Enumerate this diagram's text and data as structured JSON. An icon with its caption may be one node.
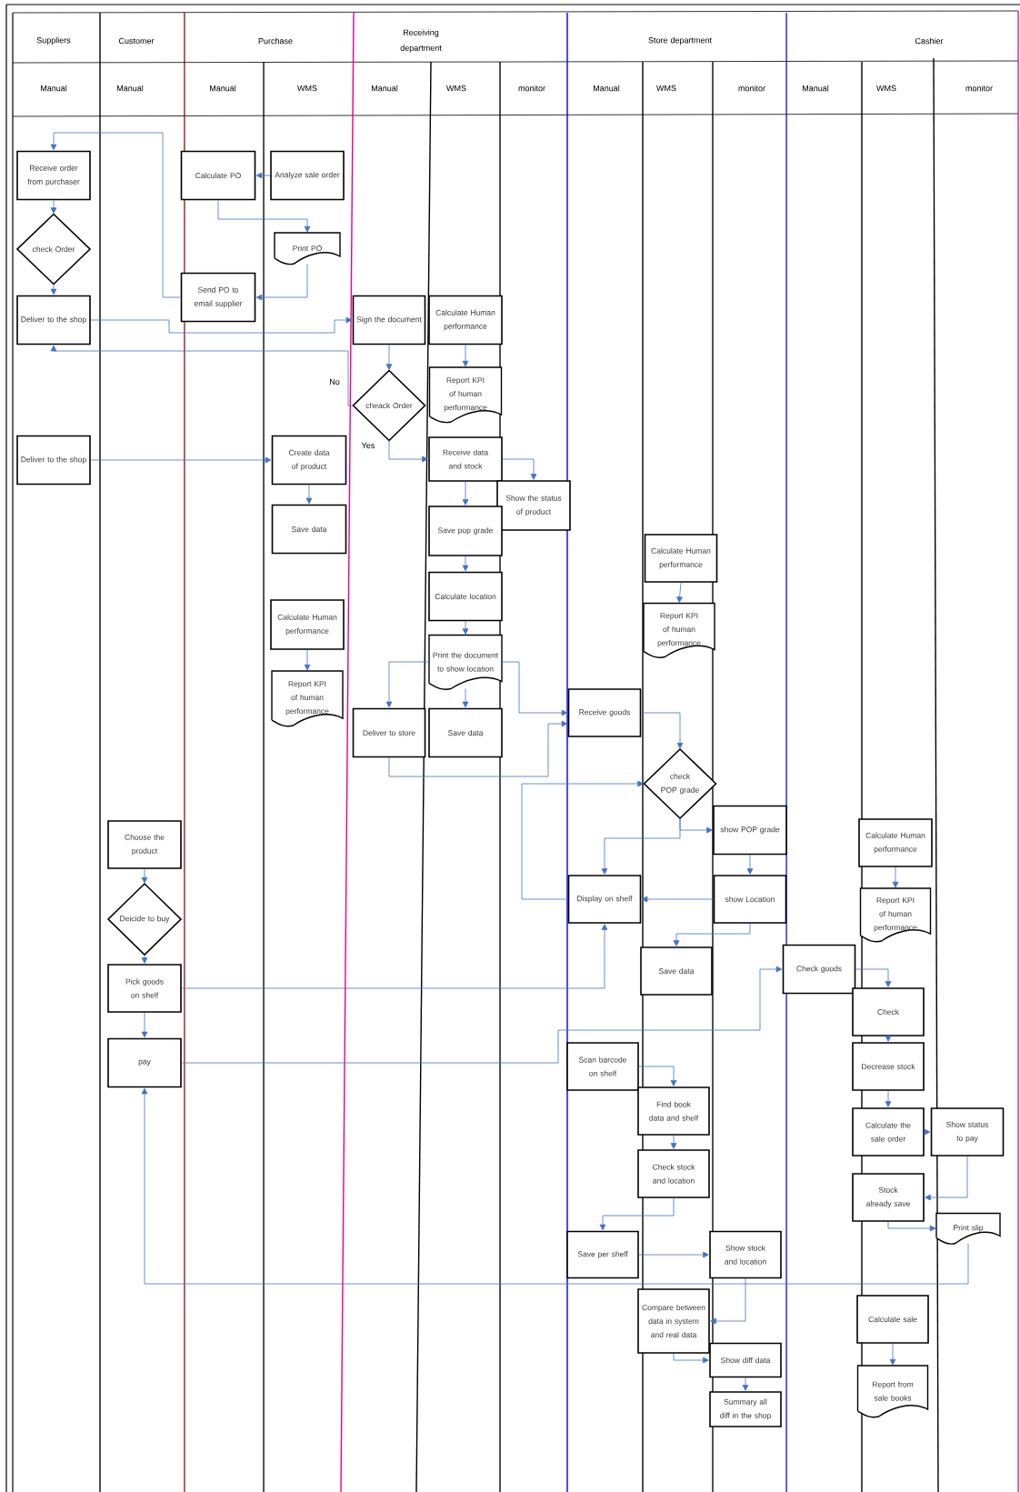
{
  "diagram": {
    "nodes": [
      {
        "text": [
          "Receive order from purchaser"
        ]
      },
      {
        "text": [
          "check Order"
        ]
      },
      {
        "text": [
          "Deliver to the shop"
        ]
      },
      {
        "text": [
          "Calculate PO"
        ]
      },
      {
        "text": [
          "Analyze sale order"
        ]
      },
      {
        "text": [
          "Print PO"
        ]
      },
      {
        "text": [
          "Send PO to email supplier"
        ]
      },
      {
        "text": [
          "Sign the document"
        ]
      },
      {
        "text": [
          "Calculate Human performance"
        ]
      },
      {
        "text": [
          "cheack Order"
        ]
      },
      {
        "text": [
          "Report KPI of human performance"
        ]
      },
      {
        "text": [
          "Deliver to the shop"
        ]
      },
      {
        "text": [
          "Create data of product"
        ]
      },
      {
        "text": [
          "Receive data and stock"
        ]
      },
      {
        "text": [
          "Show the status of product"
        ]
      },
      {
        "text": [
          "Save data"
        ]
      },
      {
        "text": [
          "Save pop grade"
        ]
      },
      {
        "text": [
          "Calculate location"
        ]
      },
      {
        "text": [
          "Calculate Human performance"
        ]
      },
      {
        "text": [
          "Print the document to show location"
        ]
      },
      {
        "text": [
          "Report KPI of human performance"
        ]
      },
      {
        "text": [
          "Deliver to store"
        ]
      },
      {
        "text": [
          "Save data"
        ]
      },
      {
        "text": [
          "Calculate Human performance"
        ]
      },
      {
        "text": [
          "Report KPI of human performance"
        ]
      },
      {
        "text": [
          "Receive goods"
        ]
      },
      {
        "text": [
          "check POP grade"
        ]
      },
      {
        "text": [
          "show POP grade"
        ]
      },
      {
        "text": [
          "Calculate Human performance"
        ]
      },
      {
        "text": [
          "Display on shelf"
        ]
      },
      {
        "text": [
          "show Location"
        ]
      },
      {
        "text": [
          "Report KPI of human performance"
        ]
      },
      {
        "text": [
          "Choose the product"
        ]
      },
      {
        "text": [
          "Deicide to buy"
        ]
      },
      {
        "text": [
          "Save data"
        ]
      },
      {
        "text": [
          "Check goods"
        ]
      },
      {
        "text": [
          "Pick goods on shelf"
        ]
      },
      {
        "text": [
          "Check"
        ]
      },
      {
        "text": [
          "pay"
        ]
      },
      {
        "text": [
          "Scan  barcode on shelf"
        ]
      },
      {
        "text": [
          "Decrease stock"
        ]
      },
      {
        "text": [
          "Find book data and shelf"
        ]
      },
      {
        "text": [
          "Calculate the sale order"
        ]
      },
      {
        "text": [
          "Show status to pay"
        ]
      },
      {
        "text": [
          "Check stock and location"
        ]
      },
      {
        "text": [
          "Stock already save"
        ]
      },
      {
        "text": [
          "Print slip"
        ]
      },
      {
        "text": [
          "Save per shelf"
        ]
      },
      {
        "text": [
          "Show stock and location"
        ]
      },
      {
        "text": [
          "Compare between data in system and real data"
        ]
      },
      {
        "text": [
          "Calculate sale"
        ]
      },
      {
        "text": [
          "Show diff data"
        ]
      },
      {
        "text": [
          "Summary all diff in the shop"
        ]
      },
      {
        "text": [
          "Report from sale books"
        ]
      }
    ],
    "edges": [
      {
        "from": 6,
        "to": 0,
        "arrow": "to"
      },
      {
        "from": 0,
        "to": 1,
        "arrow": "to"
      },
      {
        "from": 1,
        "to": 2,
        "arrow": "to"
      },
      {
        "from": 4,
        "to": 3,
        "arrow": "to"
      },
      {
        "from": 3,
        "to": 5,
        "arrow": "to"
      },
      {
        "from": 5,
        "to": 6,
        "arrow": "to"
      },
      {
        "from": 2,
        "to": 7,
        "arrow": "to"
      },
      {
        "from": 7,
        "to": 9,
        "arrow": "to"
      },
      {
        "from": 9,
        "to": 2,
        "arrow": "to",
        "label": "No"
      },
      {
        "from": 8,
        "to": 10,
        "arrow": "to"
      },
      {
        "from": 9,
        "to": 13,
        "arrow": "to",
        "label": "Yes"
      },
      {
        "from": 11,
        "to": 12,
        "arrow": "to"
      },
      {
        "from": 12,
        "to": 15,
        "arrow": "to"
      },
      {
        "from": 13,
        "to": 14,
        "arrow": "to"
      },
      {
        "from": 13,
        "to": 16,
        "arrow": "to"
      },
      {
        "from": 16,
        "to": 17,
        "arrow": "to"
      },
      {
        "from": 17,
        "to": 19,
        "arrow": "to"
      },
      {
        "from": 18,
        "to": 20,
        "arrow": "to"
      },
      {
        "from": 19,
        "to": 21,
        "arrow": "to"
      },
      {
        "from": 19,
        "to": 22,
        "arrow": "to"
      },
      {
        "from": 19,
        "to": 25,
        "arrow": "to"
      },
      {
        "from": 21,
        "to": 25,
        "arrow": "to"
      },
      {
        "from": 23,
        "to": 24,
        "arrow": "to"
      },
      {
        "from": 25,
        "to": 26,
        "arrow": "to"
      },
      {
        "from": 26,
        "to": 27,
        "arrow": "to"
      },
      {
        "from": 26,
        "to": 29,
        "arrow": "to"
      },
      {
        "from": 29,
        "to": 26,
        "arrow": "to"
      },
      {
        "from": 27,
        "to": 30,
        "arrow": "to"
      },
      {
        "from": 30,
        "to": 29,
        "arrow": "to"
      },
      {
        "from": 30,
        "to": 34,
        "arrow": "to"
      },
      {
        "from": 28,
        "to": 31,
        "arrow": "to"
      },
      {
        "from": 32,
        "to": 33,
        "arrow": "to"
      },
      {
        "from": 33,
        "to": 36,
        "arrow": "to"
      },
      {
        "from": 36,
        "to": 38,
        "arrow": "to"
      },
      {
        "from": 36,
        "to": 29,
        "arrow": "to"
      },
      {
        "from": 38,
        "to": 35,
        "arrow": "to"
      },
      {
        "from": 35,
        "to": 37,
        "arrow": "to"
      },
      {
        "from": 37,
        "to": 40,
        "arrow": "to"
      },
      {
        "from": 40,
        "to": 42,
        "arrow": "to"
      },
      {
        "from": 42,
        "to": 43,
        "arrow": "to"
      },
      {
        "from": 43,
        "to": 45,
        "arrow": "to"
      },
      {
        "from": 45,
        "to": 46,
        "arrow": "to"
      },
      {
        "from": 46,
        "to": 38,
        "arrow": "to"
      },
      {
        "from": 39,
        "to": 41,
        "arrow": "to"
      },
      {
        "from": 41,
        "to": 44,
        "arrow": "to"
      },
      {
        "from": 44,
        "to": 47,
        "arrow": "to"
      },
      {
        "from": 47,
        "to": 48,
        "arrow": "to"
      },
      {
        "from": 48,
        "to": 49,
        "arrow": "to"
      },
      {
        "from": 49,
        "to": 51,
        "arrow": "to"
      },
      {
        "from": 51,
        "to": 52,
        "arrow": "to"
      },
      {
        "from": 50,
        "to": 53,
        "arrow": "to"
      }
    ],
    "labels": [
      "Suppliers",
      "Customer",
      "Purchase",
      "Receiving department",
      "Store department",
      "Cashier",
      "Manual",
      "Manual",
      "Manual",
      "WMS",
      "Manual",
      "WMS",
      "monitor",
      "Manual",
      "WMS",
      "monitor",
      "Manual",
      "WMS",
      "monitor"
    ]
  }
}
